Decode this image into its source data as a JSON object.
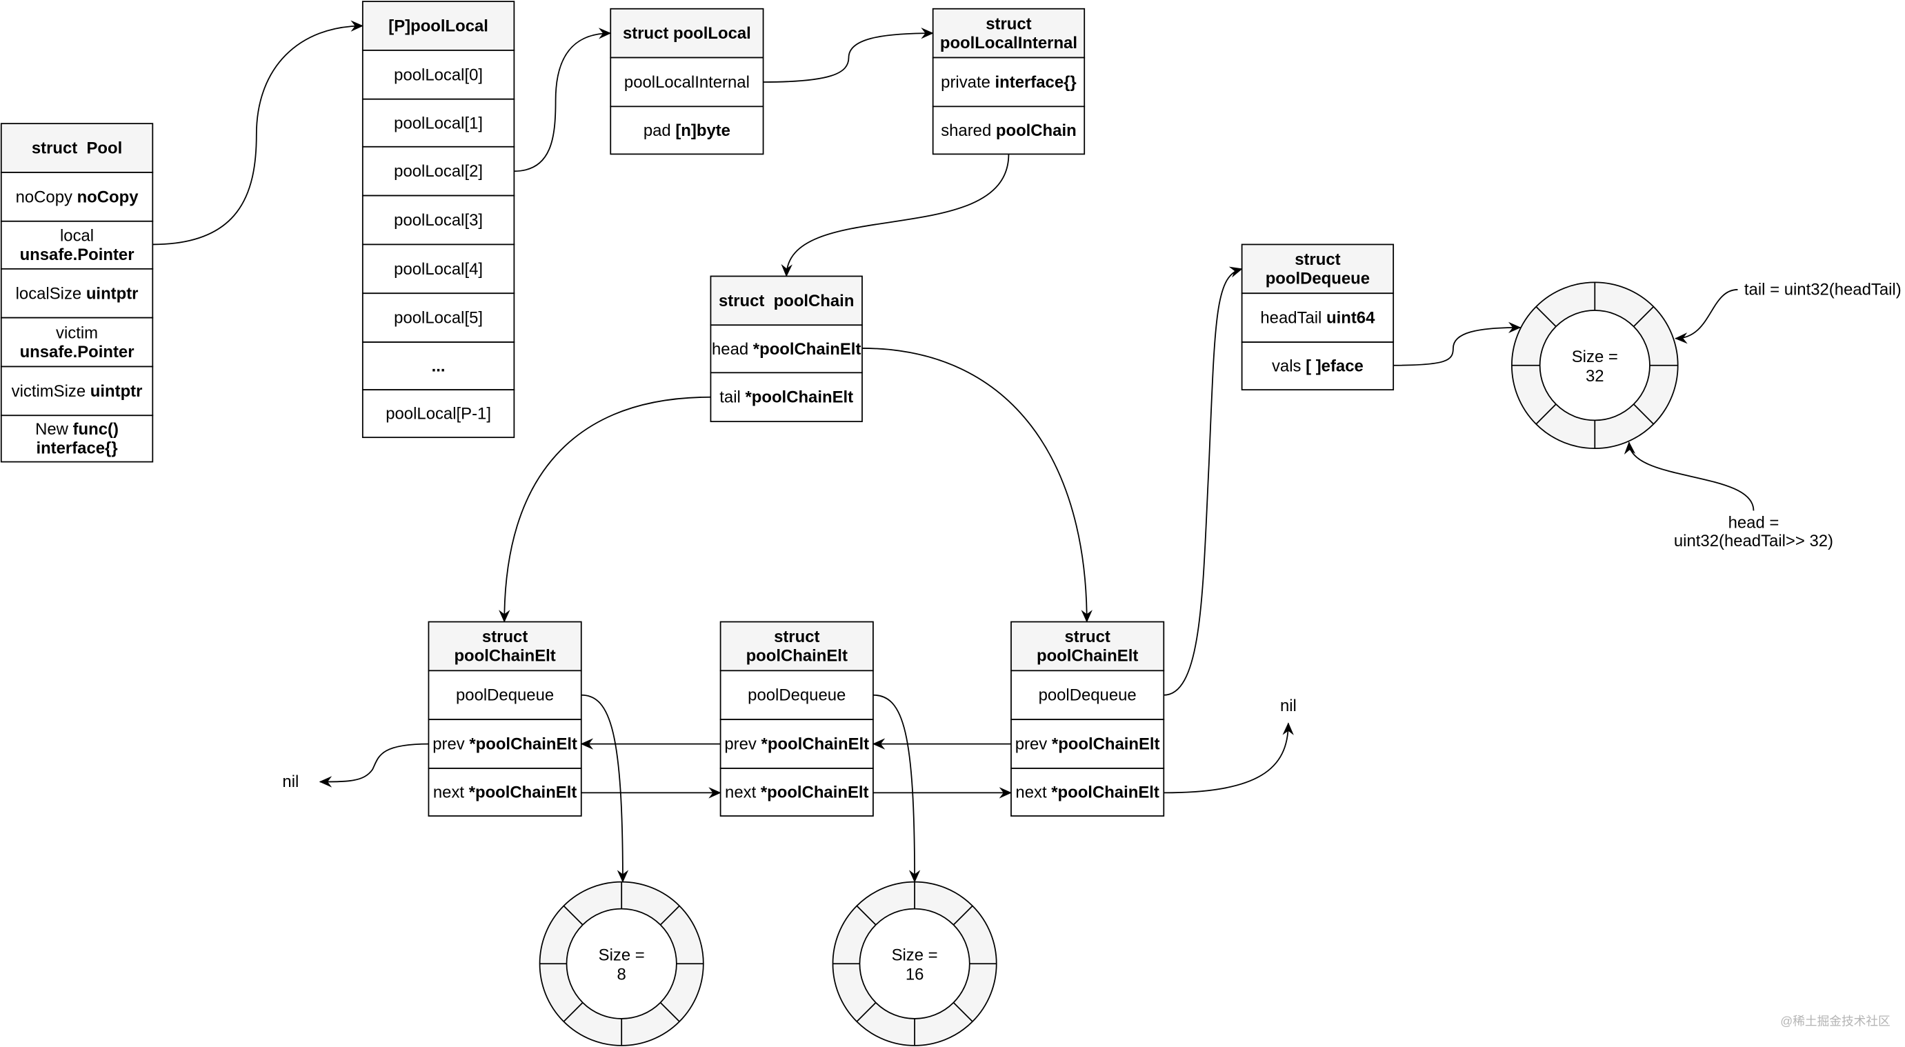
{
  "boxes": {
    "pool": {
      "header": [
        {
          "type": "struct  Pool"
        }
      ],
      "rows": [
        [
          {
            "name": "noCopy",
            "type": "noCopy"
          }
        ],
        [
          {
            "name": "local"
          },
          {
            "type": "unsafe.Pointer"
          }
        ],
        [
          {
            "name": "localSize",
            "type": "uintptr"
          }
        ],
        [
          {
            "name": "victim"
          },
          {
            "type": "unsafe.Pointer"
          }
        ],
        [
          {
            "name": "victimSize",
            "type": "uintptr"
          }
        ],
        [
          {
            "name": "New",
            "type": "func()"
          },
          {
            "type": "interface{}"
          }
        ]
      ]
    },
    "plocal": {
      "header": [
        {
          "type": "[P]poolLocal"
        }
      ],
      "rows": [
        [
          {
            "name": "poolLocal[0]"
          }
        ],
        [
          {
            "name": "poolLocal[1]"
          }
        ],
        [
          {
            "name": "poolLocal[2]"
          }
        ],
        [
          {
            "name": "poolLocal[3]"
          }
        ],
        [
          {
            "name": "poolLocal[4]"
          }
        ],
        [
          {
            "name": "poolLocal[5]"
          }
        ],
        [
          {
            "type": "..."
          }
        ],
        [
          {
            "name": "poolLocal[P-1]"
          }
        ]
      ]
    },
    "poolLocal": {
      "header": [
        {
          "type": "struct poolLocal"
        }
      ],
      "rows": [
        [
          {
            "name": "poolLocalInternal"
          }
        ],
        [
          {
            "name": "pad",
            "type": "[n]byte"
          }
        ]
      ]
    },
    "poolLocalInternal": {
      "header": [
        {
          "type": "struct"
        },
        {
          "type": "poolLocalInternal"
        }
      ],
      "rows": [
        [
          {
            "name": "private",
            "type": "interface{}"
          }
        ],
        [
          {
            "name": "shared",
            "type": "poolChain"
          }
        ]
      ]
    },
    "poolChain": {
      "header": [
        {
          "type": "struct  poolChain"
        }
      ],
      "rows": [
        [
          {
            "name": "head",
            "type": "*poolChainElt"
          }
        ],
        [
          {
            "name": "tail",
            "type": "*poolChainElt"
          }
        ]
      ]
    },
    "poolDequeue": {
      "header": [
        {
          "type": "struct"
        },
        {
          "type": "poolDequeue"
        }
      ],
      "rows": [
        [
          {
            "name": "headTail",
            "type": "uint64"
          }
        ],
        [
          {
            "name": "vals",
            "type": "[ ]eface"
          }
        ]
      ]
    },
    "elt0": {
      "header": [
        {
          "type": "struct"
        },
        {
          "type": "poolChainElt"
        }
      ],
      "rows": [
        [
          {
            "name": "poolDequeue"
          }
        ],
        [
          {
            "name": "prev",
            "type": "*poolChainElt"
          }
        ],
        [
          {
            "name": "next",
            "type": "*poolChainElt"
          }
        ]
      ]
    },
    "elt1": {
      "header": [
        {
          "type": "struct"
        },
        {
          "type": "poolChainElt"
        }
      ],
      "rows": [
        [
          {
            "name": "poolDequeue"
          }
        ],
        [
          {
            "name": "prev",
            "type": "*poolChainElt"
          }
        ],
        [
          {
            "name": "next",
            "type": "*poolChainElt"
          }
        ]
      ]
    },
    "elt2": {
      "header": [
        {
          "type": "struct"
        },
        {
          "type": "poolChainElt"
        }
      ],
      "rows": [
        [
          {
            "name": "poolDequeue"
          }
        ],
        [
          {
            "name": "prev",
            "type": "*poolChainElt"
          }
        ],
        [
          {
            "name": "next",
            "type": "*poolChainElt"
          }
        ]
      ]
    }
  },
  "rings": {
    "dequeue32": {
      "label": "Size =",
      "value": "32"
    },
    "dequeue8": {
      "label": "Size =",
      "value": "8"
    },
    "dequeue16": {
      "label": "Size =",
      "value": "16"
    }
  },
  "labels": {
    "tail": "tail = uint32(headTail)",
    "head": [
      "head =",
      "uint32(headTail>> 32)"
    ],
    "nil_left": "nil",
    "nil_right": "nil"
  },
  "watermark": "@稀土掘金技术社区"
}
